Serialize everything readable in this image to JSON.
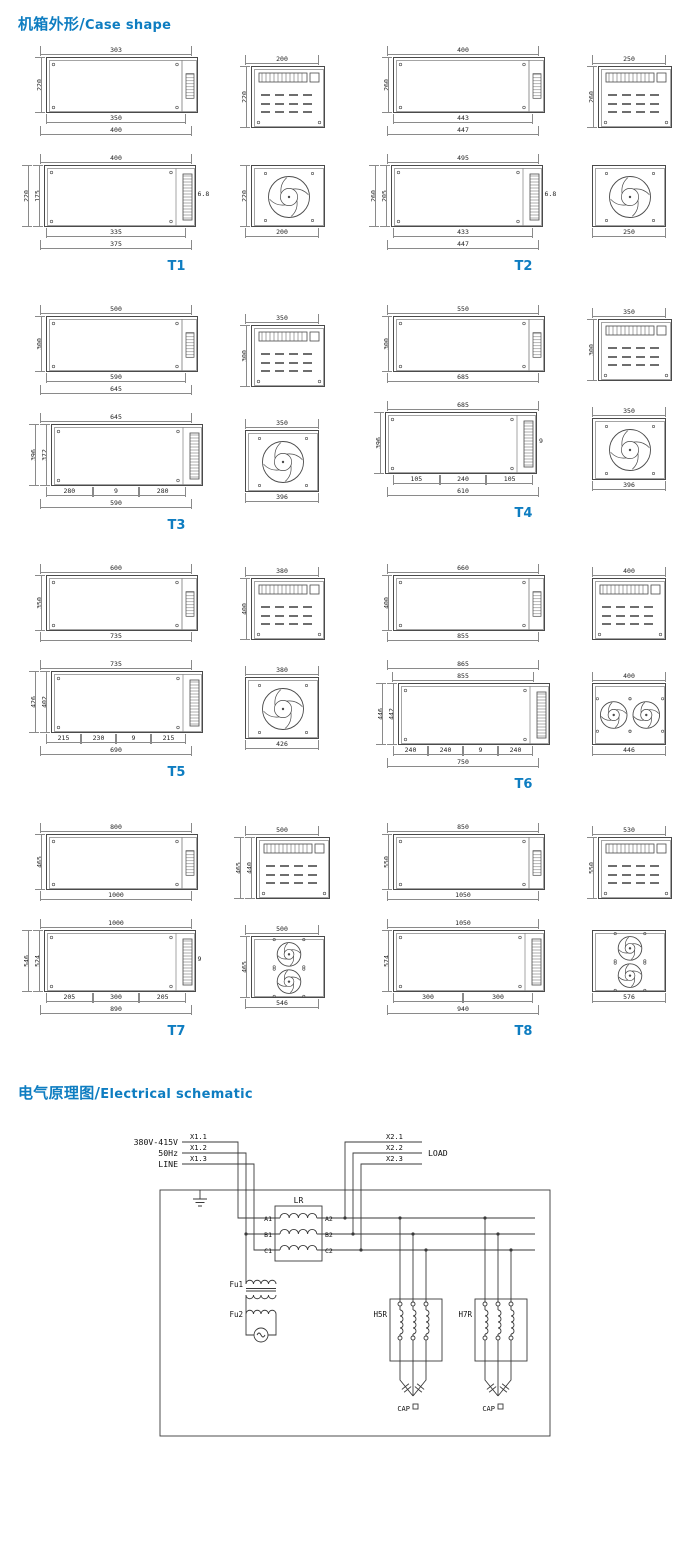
{
  "page": {
    "title1_cn": "机箱外形/",
    "title1_en": "Case shape",
    "title2_cn": "电气原理图/",
    "title2_en": "Electrical schematic",
    "accent": "#0e7dc1"
  },
  "panels": [
    {
      "label": "T1",
      "views": [
        {
          "feature": "plain",
          "top": [
            "303"
          ],
          "left": [
            "220"
          ],
          "right": [],
          "bottom": [
            [
              "350"
            ],
            [
              "400"
            ]
          ]
        },
        {
          "feature": "terminal",
          "top": [
            "200"
          ],
          "left": [
            "220"
          ],
          "right": [],
          "bottom": []
        },
        {
          "feature": "connector",
          "top": [
            "400"
          ],
          "left": [
            "220",
            "175"
          ],
          "right": [
            "6.8"
          ],
          "bottom": [
            [
              "335"
            ],
            [
              "375"
            ]
          ]
        },
        {
          "feature": "fan",
          "top": [],
          "left": [
            "220"
          ],
          "right": [],
          "bottom": [
            [
              "200"
            ]
          ]
        }
      ]
    },
    {
      "label": "T2",
      "views": [
        {
          "feature": "plain",
          "top": [
            "400"
          ],
          "left": [
            "260"
          ],
          "right": [],
          "bottom": [
            [
              "443"
            ],
            [
              "447"
            ]
          ]
        },
        {
          "feature": "terminal",
          "top": [
            "250"
          ],
          "left": [
            "260"
          ],
          "right": [],
          "bottom": []
        },
        {
          "feature": "connector",
          "top": [
            "495"
          ],
          "left": [
            "260",
            "205"
          ],
          "right": [
            "6.8"
          ],
          "bottom": [
            [
              "433"
            ],
            [
              "447"
            ]
          ]
        },
        {
          "feature": "fan",
          "top": [],
          "left": [],
          "right": [],
          "bottom": [
            [
              "250"
            ]
          ]
        }
      ]
    },
    {
      "label": "T3",
      "views": [
        {
          "feature": "plain",
          "top": [
            "500"
          ],
          "left": [
            "300"
          ],
          "right": [],
          "bottom": [
            [
              "590"
            ],
            [
              "645"
            ]
          ]
        },
        {
          "feature": "terminal",
          "top": [
            "350"
          ],
          "left": [
            "300"
          ],
          "right": [],
          "bottom": []
        },
        {
          "feature": "connector",
          "top": [
            "645"
          ],
          "left": [
            "396",
            "372"
          ],
          "right": [],
          "bottom": [
            [
              "280",
              "9",
              "280"
            ],
            [
              "590"
            ]
          ]
        },
        {
          "feature": "fan",
          "top": [
            "350"
          ],
          "left": [],
          "right": [],
          "bottom": [
            [
              "396"
            ]
          ]
        }
      ]
    },
    {
      "label": "T4",
      "views": [
        {
          "feature": "plain",
          "top": [
            "550"
          ],
          "left": [
            "300"
          ],
          "right": [],
          "bottom": [
            [
              "685"
            ]
          ]
        },
        {
          "feature": "terminal",
          "top": [
            "350"
          ],
          "left": [
            "300"
          ],
          "right": [],
          "bottom": []
        },
        {
          "feature": "connector",
          "top": [
            "685"
          ],
          "left": [
            "396"
          ],
          "right": [
            "9"
          ],
          "bottom": [
            [
              "105",
              "240",
              "105"
            ],
            [
              "610"
            ]
          ]
        },
        {
          "feature": "fan",
          "top": [
            "350"
          ],
          "left": [],
          "right": [],
          "bottom": [
            [
              "396"
            ]
          ]
        }
      ]
    },
    {
      "label": "T5",
      "views": [
        {
          "feature": "plain",
          "top": [
            "600"
          ],
          "left": [
            "350"
          ],
          "right": [],
          "bottom": [
            [
              "735"
            ]
          ]
        },
        {
          "feature": "terminal",
          "top": [
            "380"
          ],
          "left": [
            "400"
          ],
          "right": [],
          "bottom": []
        },
        {
          "feature": "connector",
          "top": [
            "735"
          ],
          "left": [
            "426",
            "402"
          ],
          "right": [],
          "bottom": [
            [
              "215",
              "230",
              "9",
              "215"
            ],
            [
              "690"
            ]
          ]
        },
        {
          "feature": "fan",
          "top": [
            "380"
          ],
          "left": [],
          "right": [],
          "bottom": [
            [
              "426"
            ]
          ]
        }
      ]
    },
    {
      "label": "T6",
      "views": [
        {
          "feature": "plain",
          "top": [
            "660"
          ],
          "left": [
            "400"
          ],
          "right": [],
          "bottom": [
            [
              "855"
            ]
          ]
        },
        {
          "feature": "terminal",
          "top": [
            "400"
          ],
          "left": [],
          "right": [],
          "bottom": []
        },
        {
          "feature": "connector",
          "top": [
            "865",
            "855"
          ],
          "left": [
            "446",
            "442"
          ],
          "right": [],
          "bottom": [
            [
              "240",
              "240",
              "9",
              "240"
            ],
            [
              "750"
            ]
          ]
        },
        {
          "feature": "fan2h",
          "top": [
            "400"
          ],
          "left": [],
          "right": [],
          "bottom": [
            [
              "446"
            ]
          ]
        }
      ]
    },
    {
      "label": "T7",
      "views": [
        {
          "feature": "plain",
          "top": [
            "800"
          ],
          "left": [
            "465"
          ],
          "right": [],
          "bottom": [
            [
              "1000"
            ]
          ]
        },
        {
          "feature": "terminal",
          "top": [
            "500"
          ],
          "left": [
            "465",
            "440"
          ],
          "right": [],
          "bottom": []
        },
        {
          "feature": "connector",
          "top": [
            "1000"
          ],
          "left": [
            "546",
            "524"
          ],
          "right": [
            "9"
          ],
          "bottom": [
            [
              "205",
              "300",
              "205"
            ],
            [
              "890"
            ]
          ]
        },
        {
          "feature": "fan2v",
          "top": [
            "500"
          ],
          "left": [
            "465"
          ],
          "right": [],
          "bottom": [
            [
              "546"
            ]
          ]
        }
      ]
    },
    {
      "label": "T8",
      "views": [
        {
          "feature": "plain",
          "top": [
            "850"
          ],
          "left": [
            "550"
          ],
          "right": [],
          "bottom": [
            [
              "1050"
            ]
          ]
        },
        {
          "feature": "terminal",
          "top": [
            "530"
          ],
          "left": [
            "550"
          ],
          "right": [],
          "bottom": []
        },
        {
          "feature": "connector",
          "top": [
            "1050"
          ],
          "left": [
            "574"
          ],
          "right": [],
          "bottom": [
            [
              "300",
              "300"
            ],
            [
              "940"
            ]
          ]
        },
        {
          "feature": "fan2v",
          "top": [],
          "left": [],
          "right": [],
          "bottom": [
            [
              "576"
            ]
          ]
        }
      ]
    }
  ],
  "schematic": {
    "input": {
      "voltage": "380V-415V",
      "freq": "50Hz",
      "line": "LINE"
    },
    "terminals": {
      "x11": "X1.1",
      "x12": "X1.2",
      "x13": "X1.3",
      "x21": "X2.1",
      "x22": "X2.2",
      "x23": "X2.3"
    },
    "load": "LOAD",
    "reactor": {
      "name": "LR",
      "a1": "A1",
      "b1": "B1",
      "c1": "C1",
      "a2": "A2",
      "b2": "B2",
      "c2": "C2"
    },
    "fuses": {
      "fu1": "Fu1",
      "fu2": "Fu2"
    },
    "filters": {
      "h5r": "H5R",
      "h7r": "H7R"
    },
    "cap1": "CAP",
    "cap2": "CAP"
  }
}
